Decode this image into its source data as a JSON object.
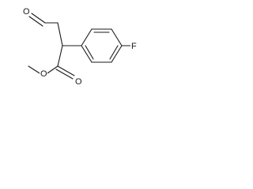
{
  "molecule": {
    "atoms": {
      "aldehyde_oxygen": "O",
      "fluorine": "F",
      "carbonyl_oxygen": "O",
      "ester_oxygen": "O"
    }
  },
  "colors": {
    "bond": "#1a1a1a",
    "background": "#ffffff"
  }
}
